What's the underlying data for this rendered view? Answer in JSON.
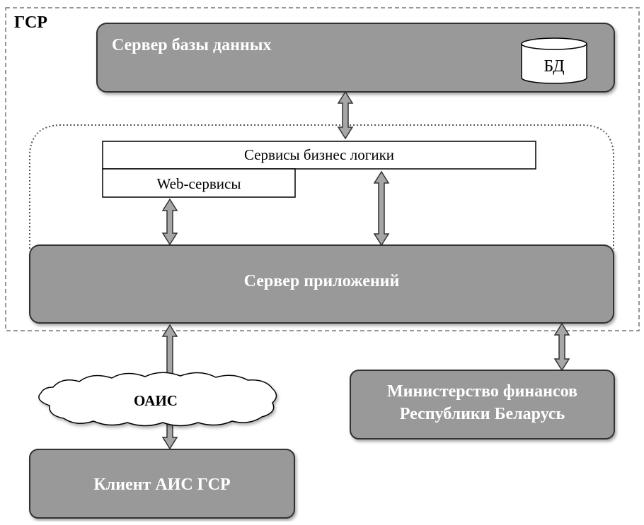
{
  "diagram": {
    "outer_zone_label": "ГСР",
    "db_server_label": "Сервер базы данных",
    "db_label": "БД",
    "business_logic_label": "Сервисы бизнес логики",
    "web_services_label": "Web-сервисы",
    "app_server_label": "Сервер приложений",
    "network_label": "ОАИС",
    "client_label": "Клиент АИС ГСР",
    "ministry_label_line1": "Министерство финансов",
    "ministry_label_line2": "Республики Беларусь"
  },
  "colors": {
    "box_fill": "#999999",
    "box_stroke": "#333333",
    "arrow_fill": "#a6a6a6",
    "zone_stroke": "#777777"
  }
}
